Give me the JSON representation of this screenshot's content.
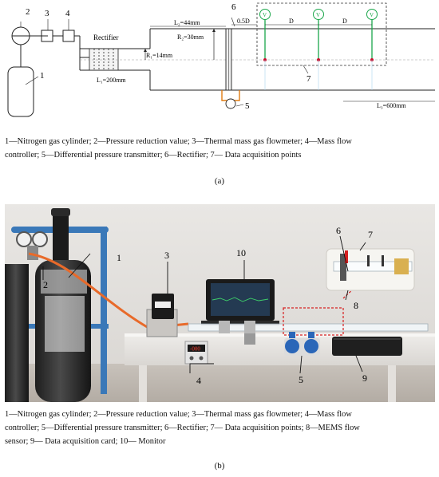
{
  "schematic": {
    "dimensions": {
      "l1": "L₁=200mm",
      "l2": "L₂=44mm",
      "l3": "L₃=600mm",
      "r1": "R₁=14mm",
      "r2": "R₂=30mm",
      "offset": "0.5D",
      "spacing1": "D",
      "spacing2": "D"
    },
    "rectifier_label": "Rectifier",
    "numbers": [
      "1",
      "2",
      "3",
      "4",
      "5",
      "6",
      "7"
    ],
    "sensor_symbol": "V"
  },
  "caption_a": {
    "line1": "1—Nitrogen gas cylinder; 2—Pressure reduction value; 3—Thermal mass gas flowmeter; 4—Mass flow",
    "line2": "controller; 5—Differential pressure transmitter; 6—Rectifier; 7— Data acquisition points"
  },
  "label_a": "(a)",
  "photo": {
    "numbers": [
      "1",
      "2",
      "3",
      "4",
      "5",
      "6",
      "7",
      "8",
      "9",
      "10"
    ],
    "meter_readout": "-000"
  },
  "caption_b": {
    "line1": "1—Nitrogen gas cylinder; 2—Pressure reduction value; 3—Thermal mass gas flowmeter; 4—Mass flow",
    "line2": "controller; 5—Differential pressure transmitter; 6—Rectifier; 7— Data acquisition points; 8—MEMS flow",
    "line3": "sensor; 9— Data acquisition card; 10— Monitor"
  },
  "label_b": "(b)",
  "colors": {
    "sensor_green": "#1aa64a",
    "point_red": "#c8102e",
    "pressure_orange": "#e07b10",
    "dash_red": "#d62020"
  }
}
